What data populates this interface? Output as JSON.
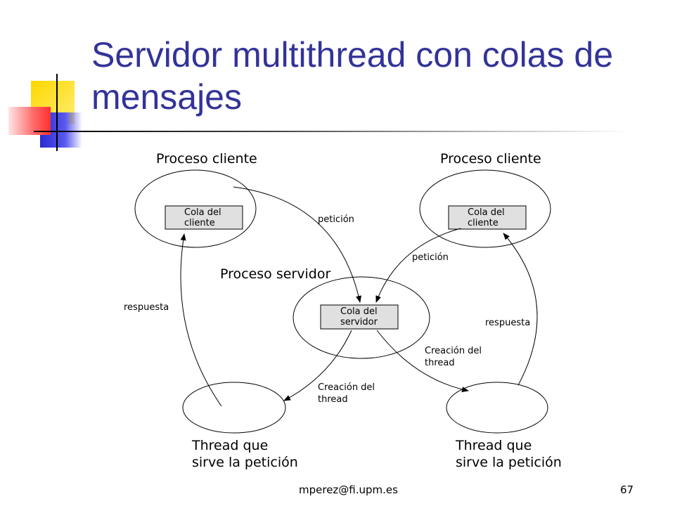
{
  "slide": {
    "title": "Servidor multithread con colas de mensajes",
    "footer_email": "mperez@fi.upm.es",
    "page_number": "67"
  },
  "diagram": {
    "client_left": {
      "label": "Proceso cliente",
      "queue_line1": "Cola del",
      "queue_line2": "cliente"
    },
    "client_right": {
      "label": "Proceso cliente",
      "queue_line1": "Cola del",
      "queue_line2": "cliente"
    },
    "server": {
      "label": "Proceso servidor",
      "queue_line1": "Cola del",
      "queue_line2": "servidor"
    },
    "thread_left": {
      "label_line1": "Thread que",
      "label_line2": "sirve la petición"
    },
    "thread_right": {
      "label_line1": "Thread que",
      "label_line2": "sirve la petición"
    },
    "edge_labels": {
      "request_left": "petición",
      "request_right": "petición",
      "response_left": "respuesta",
      "response_right": "respuesta",
      "thread_creation_left_1": "Creación del",
      "thread_creation_left_2": "thread",
      "thread_creation_right_1": "Creación del",
      "thread_creation_right_2": "thread"
    },
    "colors": {
      "title": "#333399",
      "queue_fill": "#e0e0e0",
      "stroke": "#000000"
    }
  }
}
